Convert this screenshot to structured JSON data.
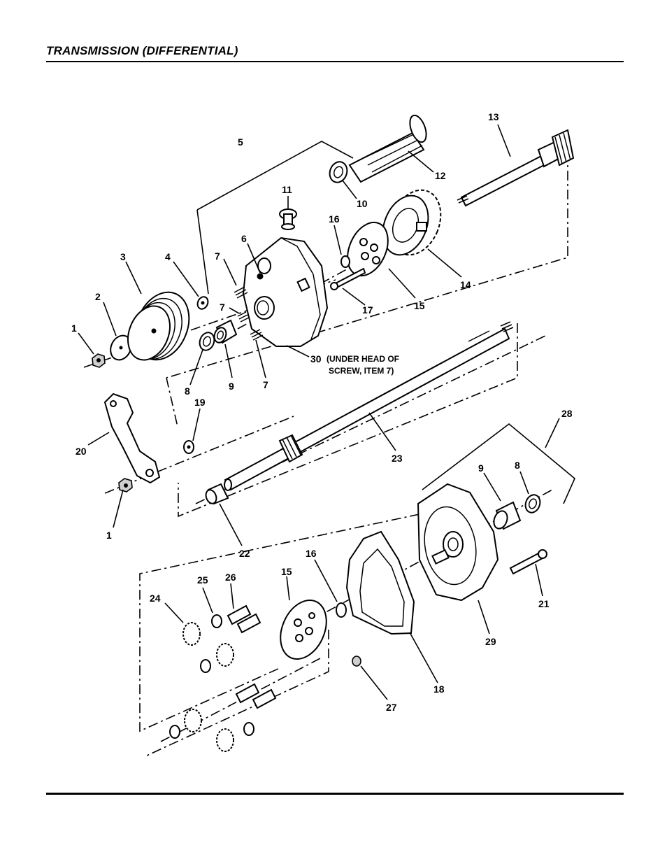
{
  "page": {
    "title": "TRANSMISSION (DIFFERENTIAL)"
  },
  "callouts": {
    "c1a": "1",
    "c1b": "1",
    "c2": "2",
    "c3": "3",
    "c4": "4",
    "c5": "5",
    "c6": "6",
    "c7a": "7",
    "c7b": "7",
    "c7c": "7",
    "c8a": "8",
    "c8b": "8",
    "c9a": "9",
    "c9b": "9",
    "c10": "10",
    "c11": "11",
    "c12": "12",
    "c13": "13",
    "c14": "14",
    "c15a": "15",
    "c15b": "15",
    "c16a": "16",
    "c16b": "16",
    "c17": "17",
    "c18": "18",
    "c19": "19",
    "c20": "20",
    "c21": "21",
    "c22": "22",
    "c23": "23",
    "c24": "24",
    "c25": "25",
    "c26": "26",
    "c27": "27",
    "c28": "28",
    "c29": "29",
    "c30": "30"
  },
  "notes": {
    "under_head_line1": "(UNDER HEAD OF",
    "under_head_line2": "SCREW, ITEM 7)"
  }
}
